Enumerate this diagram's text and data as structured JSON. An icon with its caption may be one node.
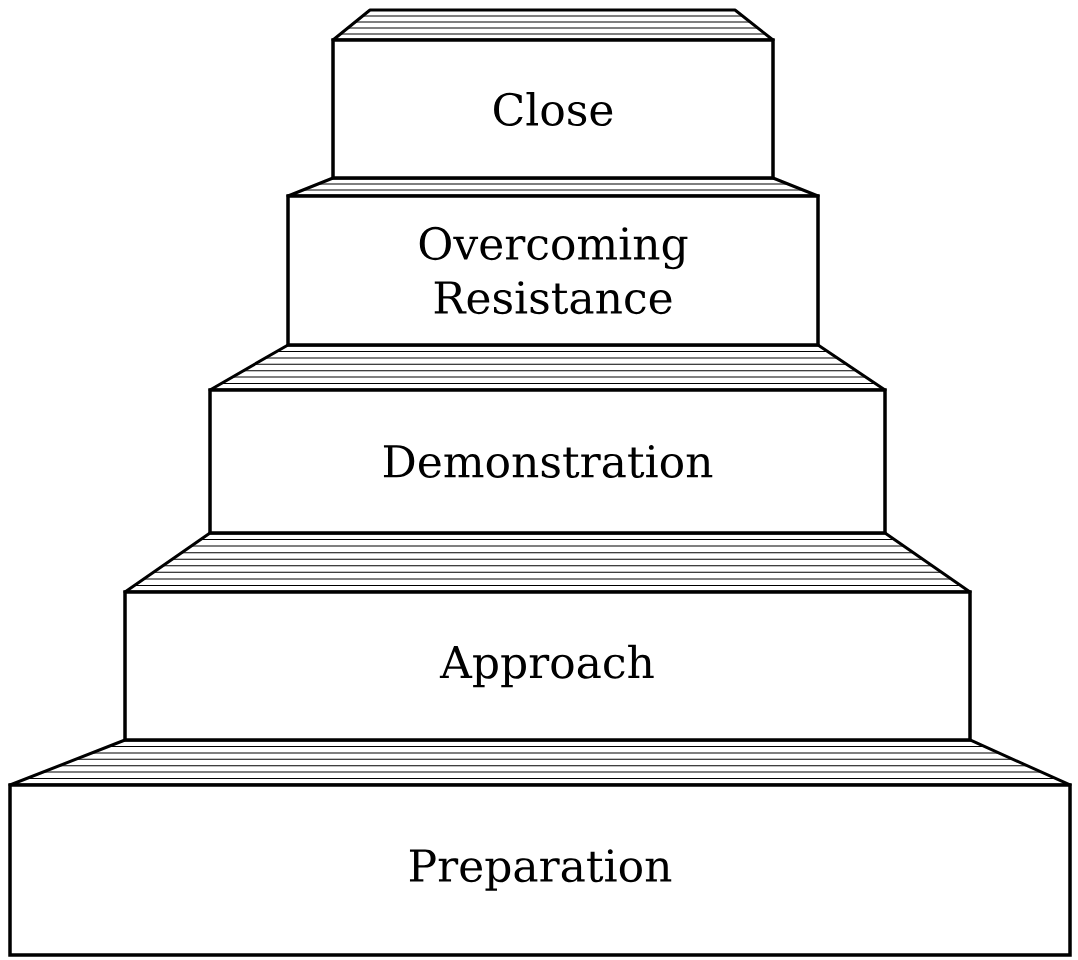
{
  "diagram": {
    "nodes": [
      {
        "text": [
          "Close"
        ]
      },
      {
        "text": [
          "Overcoming Resistance"
        ]
      },
      {
        "text": [
          "Demonstration"
        ]
      },
      {
        "text": [
          "Approach"
        ]
      },
      {
        "text": [
          "Preparation"
        ]
      }
    ]
  }
}
